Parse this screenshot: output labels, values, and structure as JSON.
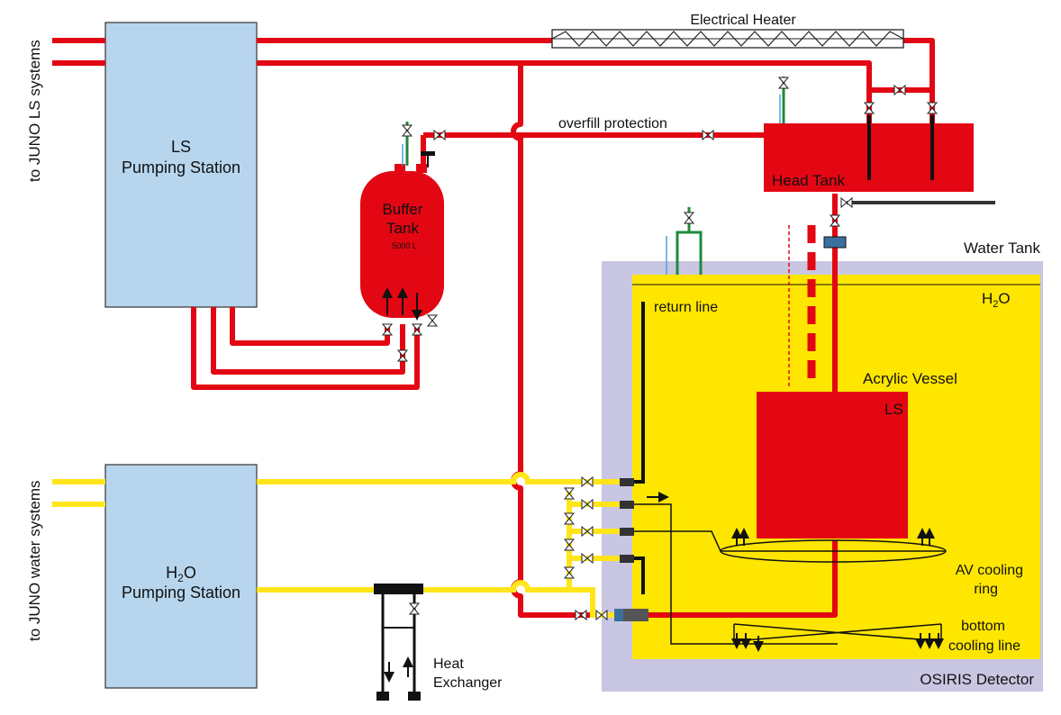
{
  "labels": {
    "to_ls_systems": "to JUNO LS systems",
    "to_water_systems": "to JUNO water systems",
    "ls_station_line1": "LS",
    "ls_station_line2": "Pumping Station",
    "h2o_station_line1": "H",
    "h2o_station_sub": "2",
    "h2o_station_o": "O",
    "h2o_station_line2": "Pumping Station",
    "electrical_heater": "Electrical Heater",
    "overfill_protection": "overfill protection",
    "head_tank": "Head Tank",
    "buffer_tank_line1": "Buffer",
    "buffer_tank_line2": "Tank",
    "buffer_capacity": "5000 L",
    "water_tank": "Water Tank",
    "h2o_h": "H",
    "h2o_sub": "2",
    "h2o_o": "O",
    "return_line": "return line",
    "acrylic_vessel": "Acrylic Vessel",
    "ls": "LS",
    "av_cooling_line1": "AV cooling",
    "av_cooling_line2": "ring",
    "bottom_cooling_line1": "bottom",
    "bottom_cooling_line2": "cooling line",
    "heat_exchanger_line1": "Heat",
    "heat_exchanger_line2": "Exchanger",
    "osiris_detector": "OSIRIS Detector"
  },
  "colors": {
    "ls_pipe": "#e30613",
    "water_pipe": "#ffe51a",
    "station_fill": "#b7d6ee",
    "water_tank_outer": "#c9c6e2",
    "water_tank_inner": "#ffe600",
    "vessel": "#e30613"
  }
}
